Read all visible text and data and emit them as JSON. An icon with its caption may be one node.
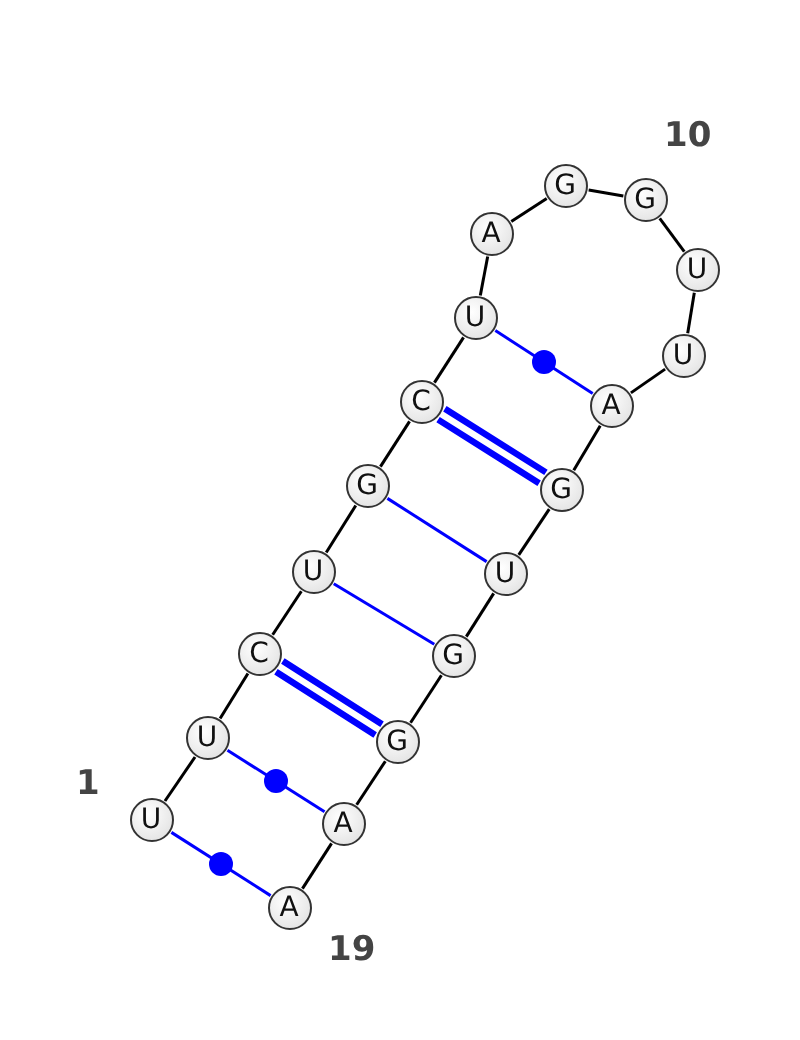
{
  "diagram": {
    "nodes": [
      {
        "text": [
          "U"
        ]
      },
      {
        "text": [
          "U"
        ]
      },
      {
        "text": [
          "C"
        ]
      },
      {
        "text": [
          "U"
        ]
      },
      {
        "text": [
          "G"
        ]
      },
      {
        "text": [
          "C"
        ]
      },
      {
        "text": [
          "U"
        ]
      },
      {
        "text": [
          "A"
        ]
      },
      {
        "text": [
          "G"
        ]
      },
      {
        "text": [
          "G"
        ]
      },
      {
        "text": [
          "U"
        ]
      },
      {
        "text": [
          "U"
        ]
      },
      {
        "text": [
          "A"
        ]
      },
      {
        "text": [
          "G"
        ]
      },
      {
        "text": [
          "U"
        ]
      },
      {
        "text": [
          "G"
        ]
      },
      {
        "text": [
          "G"
        ]
      },
      {
        "text": [
          "A"
        ]
      },
      {
        "text": [
          "A"
        ]
      }
    ],
    "edges": [
      {
        "from": 0,
        "to": 1,
        "arrow": "none"
      },
      {
        "from": 1,
        "to": 2,
        "arrow": "none"
      },
      {
        "from": 2,
        "to": 3,
        "arrow": "none"
      },
      {
        "from": 3,
        "to": 4,
        "arrow": "none"
      },
      {
        "from": 4,
        "to": 5,
        "arrow": "none"
      },
      {
        "from": 5,
        "to": 6,
        "arrow": "none"
      },
      {
        "from": 6,
        "to": 7,
        "arrow": "none"
      },
      {
        "from": 7,
        "to": 8,
        "arrow": "none"
      },
      {
        "from": 8,
        "to": 9,
        "arrow": "none"
      },
      {
        "from": 9,
        "to": 10,
        "arrow": "none"
      },
      {
        "from": 10,
        "to": 11,
        "arrow": "none"
      },
      {
        "from": 11,
        "to": 12,
        "arrow": "none"
      },
      {
        "from": 12,
        "to": 13,
        "arrow": "none"
      },
      {
        "from": 13,
        "to": 14,
        "arrow": "none"
      },
      {
        "from": 14,
        "to": 15,
        "arrow": "none"
      },
      {
        "from": 15,
        "to": 16,
        "arrow": "none"
      },
      {
        "from": 16,
        "to": 17,
        "arrow": "none"
      },
      {
        "from": 17,
        "to": 18,
        "arrow": "none"
      },
      {
        "from": 0,
        "to": 18,
        "arrow": "none",
        "color": "#0000ff"
      },
      {
        "from": 1,
        "to": 17,
        "arrow": "none",
        "color": "#0000ff"
      },
      {
        "from": 2,
        "to": 16,
        "arrow": "none",
        "color": "#0000ff",
        "style": "thick"
      },
      {
        "from": 3,
        "to": 15,
        "arrow": "none",
        "color": "#0000ff"
      },
      {
        "from": 4,
        "to": 14,
        "arrow": "none",
        "color": "#0000ff"
      },
      {
        "from": 5,
        "to": 13,
        "arrow": "none",
        "color": "#0000ff",
        "style": "thick"
      },
      {
        "from": 6,
        "to": 12,
        "arrow": "none",
        "color": "#0000ff"
      }
    ],
    "labels": [
      "1",
      "10",
      "19"
    ]
  }
}
